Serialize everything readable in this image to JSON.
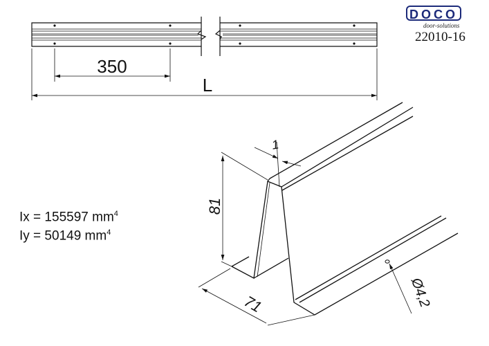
{
  "logo": {
    "brand": "DOCO",
    "tagline": "door-solutions"
  },
  "drawing_code": "22010-16",
  "dimensions": {
    "spacing": "350",
    "length": "L",
    "height": "81",
    "width": "71",
    "thickness": "1",
    "hole": "Ø4,2"
  },
  "properties": {
    "ix_label": "Ix = 155597 mm",
    "ix_exp": "4",
    "iy_label": "Iy = 50149 mm",
    "iy_exp": "4"
  }
}
